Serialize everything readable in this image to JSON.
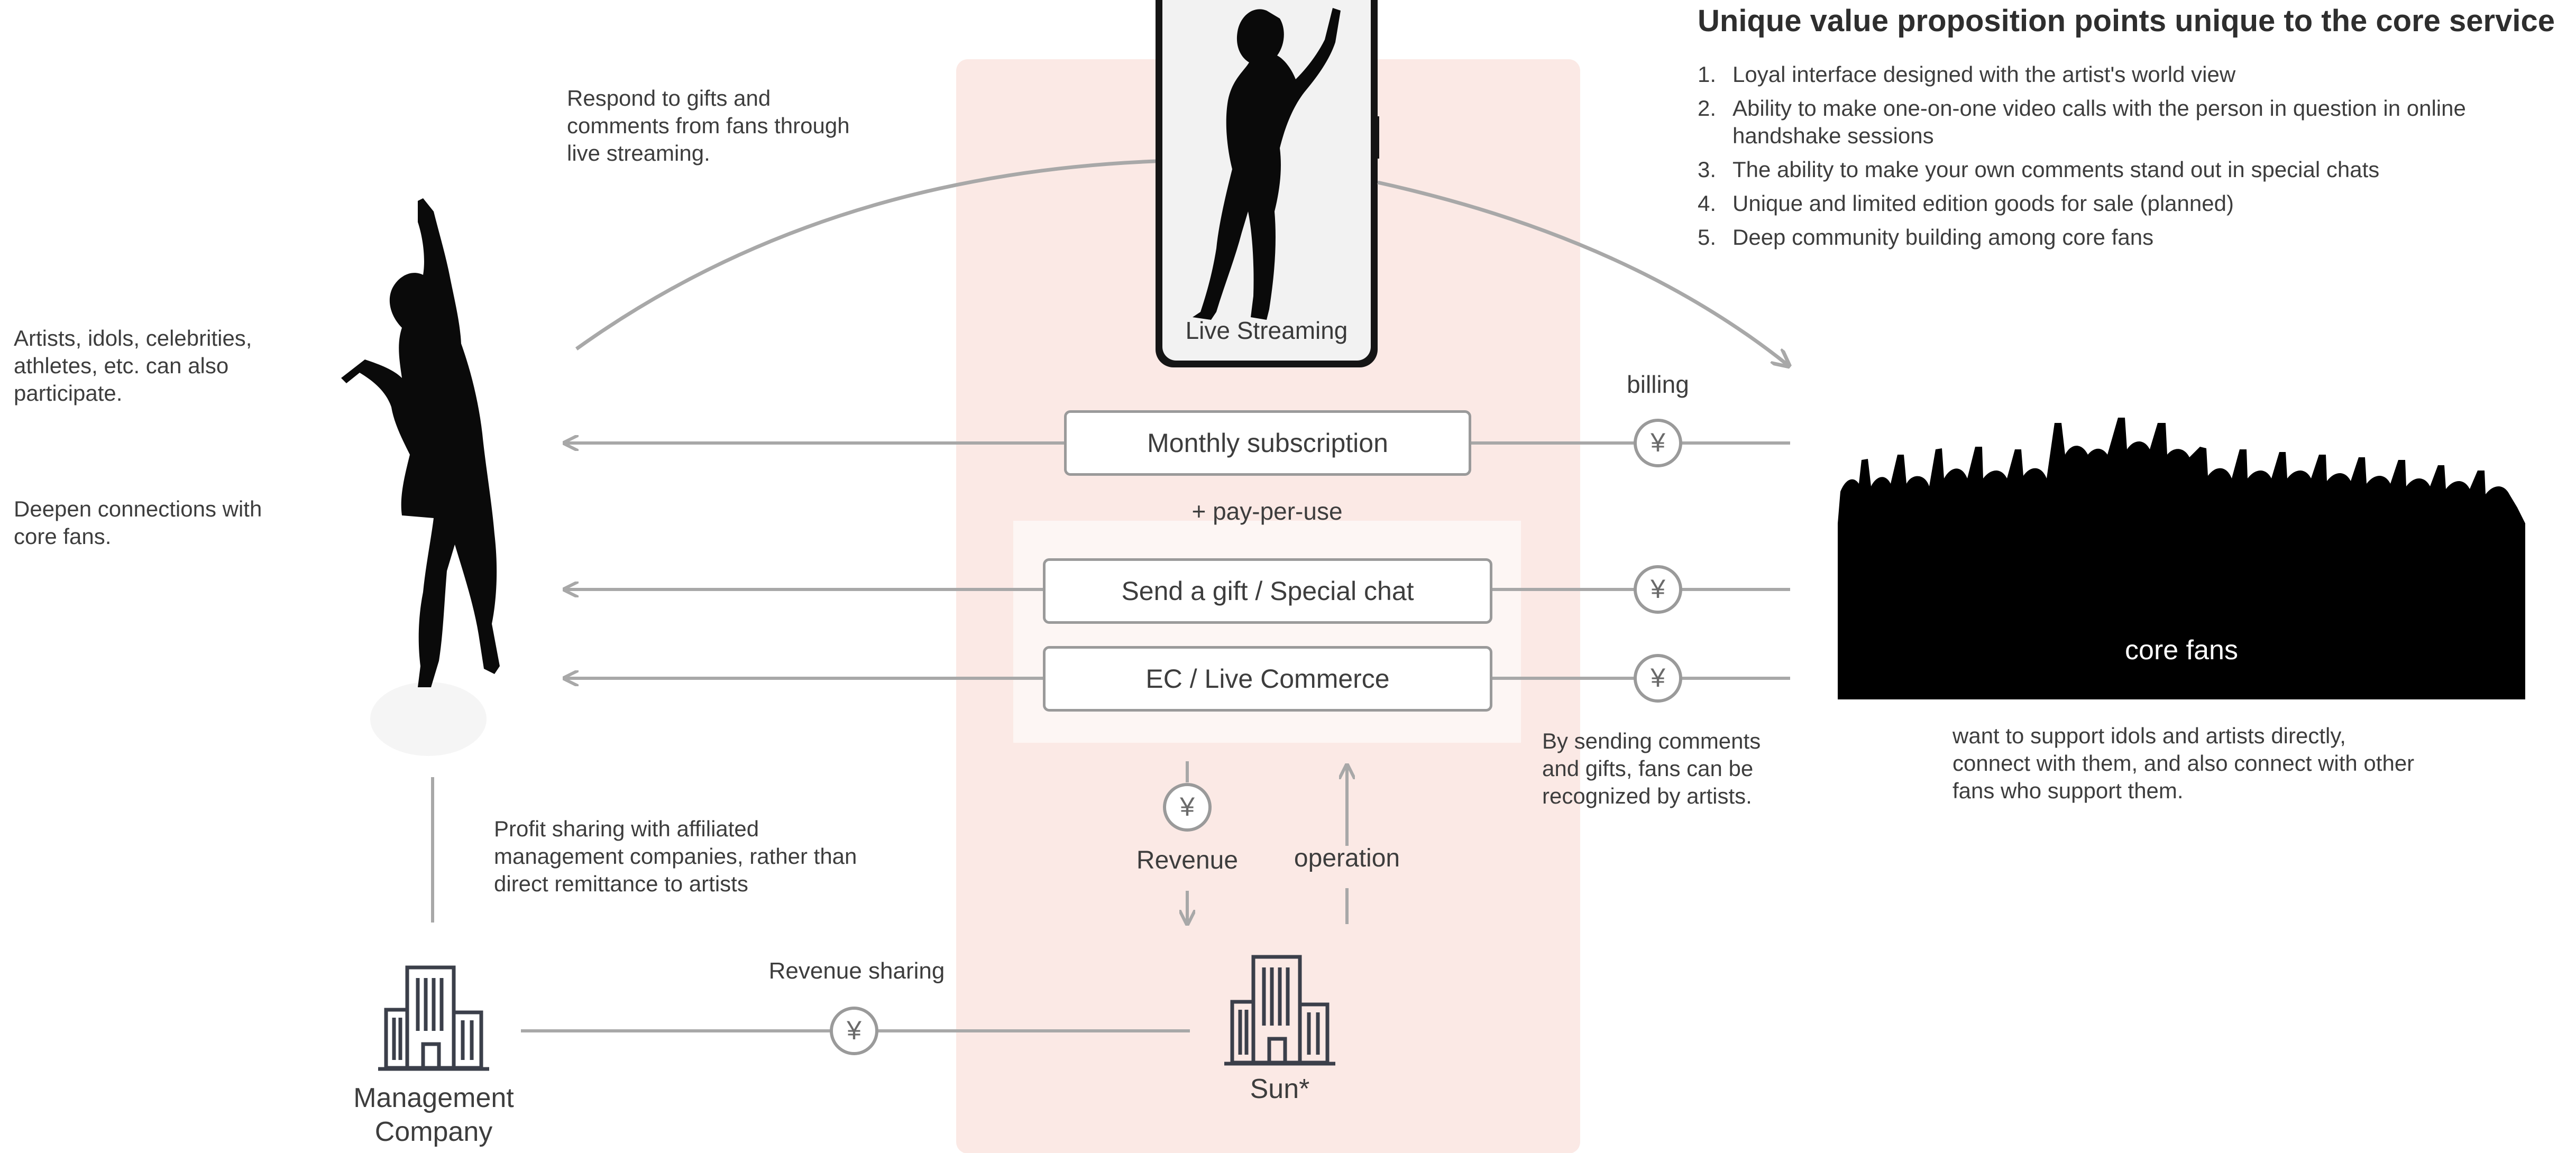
{
  "streaming": {
    "label": "Live Streaming"
  },
  "artist_notes": {
    "respond": "Respond to gifts and comments from fans through live streaming.",
    "participants": "Artists, idols, celebrities, athletes, etc. can also participate.",
    "deepen": "Deepen connections with core fans."
  },
  "uvp": {
    "title": "Unique value proposition points unique to the core service",
    "items": [
      {
        "num": "1.",
        "text": "Loyal interface designed with the artist's world view"
      },
      {
        "num": "2.",
        "text": "Ability to make one-on-one video calls with the person in question in online handshake sessions"
      },
      {
        "num": "3.",
        "text": " The ability to make your own comments stand out in special chats"
      },
      {
        "num": "4.",
        "text": "Unique and limited edition goods for sale (planned)"
      },
      {
        "num": "5.",
        "text": "Deep community building among core fans"
      }
    ]
  },
  "flows": {
    "billing": "billing",
    "monthly": "Monthly subscription",
    "ppu": "+ pay-per-use",
    "gift": "Send a gift / Special chat",
    "ec": "EC / Live Commerce",
    "yen": "¥",
    "revenue": "Revenue",
    "operation": "operation",
    "revenue_sharing": "Revenue sharing"
  },
  "fans": {
    "label": "core fans",
    "recognized": "By sending comments and gifts, fans can be recognized by artists.",
    "want": "want to support idols and artists directly, connect with them, and also connect with other fans who support them."
  },
  "management": {
    "label": "Management Company",
    "profit": "Profit sharing with affiliated management companies, rather than direct remittance to artists"
  },
  "sun": {
    "label": "Sun*"
  },
  "colors": {
    "panel": "#fbe9e5",
    "panel_inner": "#fdf6f4",
    "line": "#a8a8a8",
    "silhouette": "#0a0a0a",
    "building": "#3b3f4a"
  }
}
